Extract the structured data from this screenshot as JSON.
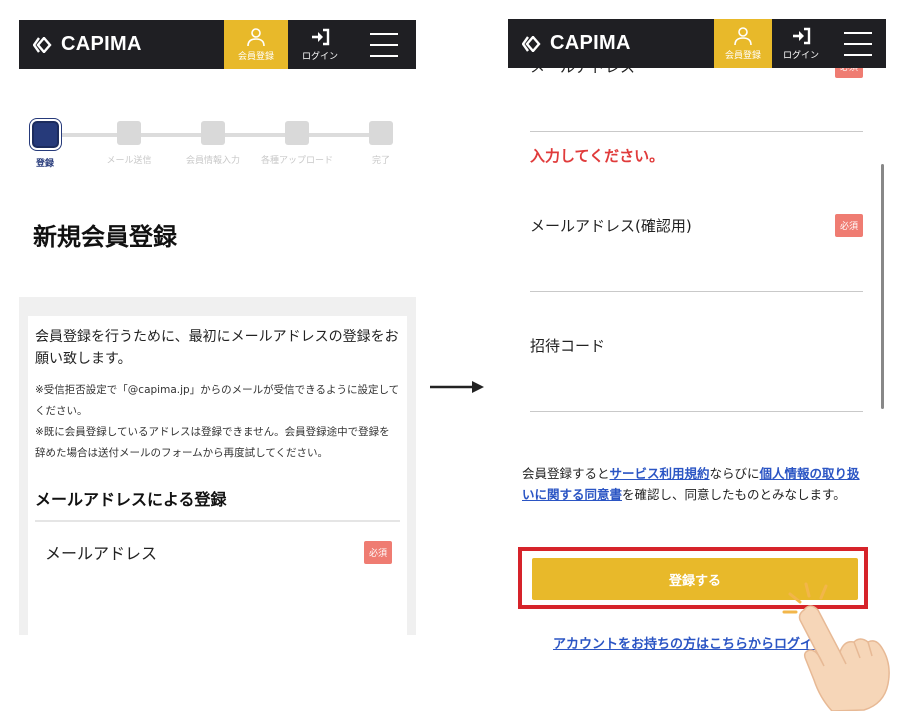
{
  "header": {
    "logo_text": "CAPIMA",
    "register_label": "会員登録",
    "login_label": "ログイン"
  },
  "stepper": {
    "steps": [
      {
        "label": "登録",
        "active": true
      },
      {
        "label": "メール送信",
        "active": false
      },
      {
        "label": "会員情報入力",
        "active": false
      },
      {
        "label": "各種アップロード",
        "active": false
      },
      {
        "label": "完了",
        "active": false
      }
    ]
  },
  "left": {
    "page_title": "新規会員登録",
    "intro": "会員登録を行うために、最初にメールアドレスの登録をお願い致します。",
    "note1": "※受信拒否設定で「@capima.jp」からのメールが受信できるように設定してください。",
    "note2": "※既に会員登録しているアドレスは登録できません。会員登録途中で登録を辞めた場合は送付メールのフォームから再度試してください。",
    "section_title": "メールアドレスによる登録",
    "email_label": "メールアドレス",
    "required_badge": "必須"
  },
  "right": {
    "email_label_partial": "メールアドレス",
    "error_text": "入力してください。",
    "email_confirm_label": "メールアドレス(確認用)",
    "required_badge": "必須",
    "invite_label": "招待コード",
    "terms_prefix": "会員登録すると",
    "terms_link1": "サービス利用規約",
    "terms_mid": "ならびに",
    "terms_link2": "個人情報の取り扱いに関する同意書",
    "terms_suffix": "を確認し、同意したものとみなします。",
    "submit_label": "登録する",
    "login_link": "アカウントをお持ちの方はこちらからログイン"
  },
  "colors": {
    "header_bg": "#1f1f23",
    "accent_yellow": "#e8b92a",
    "step_active": "#263a7a",
    "error_red": "#e03b3b",
    "required_red": "#ef7c72",
    "highlight_frame": "#d6232a",
    "link_blue": "#2b55c4"
  },
  "icons": [
    "logo-diamond-icon",
    "user-icon",
    "login-arrow-icon",
    "hamburger-menu-icon",
    "right-arrow-icon",
    "pointing-hand-icon"
  ]
}
